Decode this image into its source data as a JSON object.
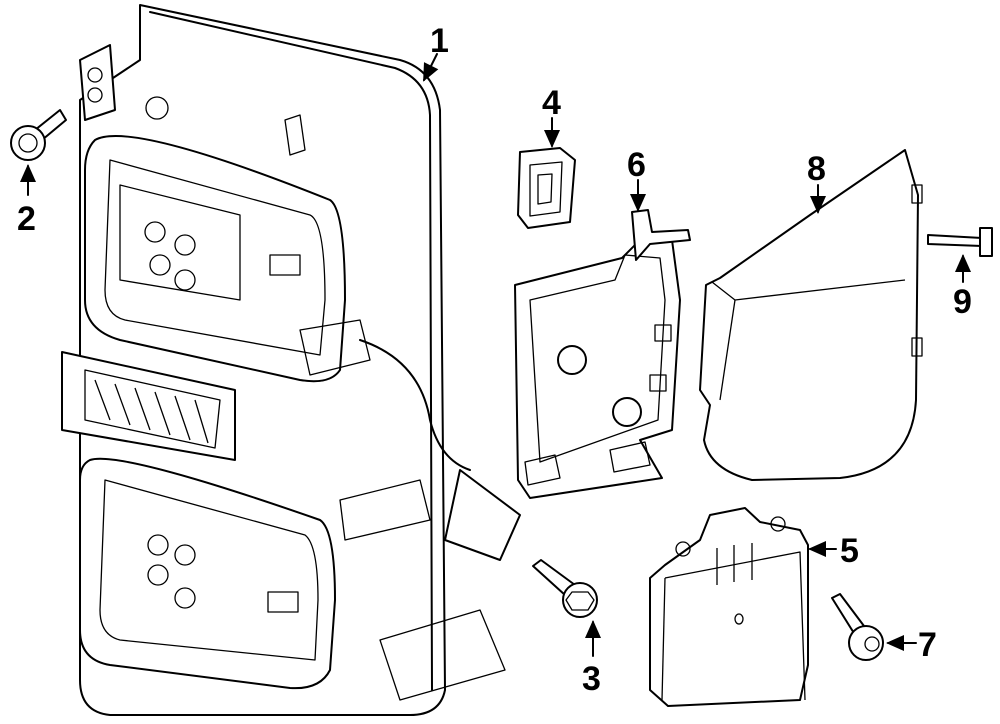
{
  "diagram": {
    "type": "exploded-parts-diagram",
    "callouts": [
      {
        "number": "1",
        "part": "headlamp-assembly"
      },
      {
        "number": "2",
        "part": "bolt"
      },
      {
        "number": "3",
        "part": "bolt"
      },
      {
        "number": "4",
        "part": "cap"
      },
      {
        "number": "5",
        "part": "control-module"
      },
      {
        "number": "6",
        "part": "bracket"
      },
      {
        "number": "7",
        "part": "bolt"
      },
      {
        "number": "8",
        "part": "cover"
      },
      {
        "number": "9",
        "part": "bolt"
      }
    ]
  }
}
